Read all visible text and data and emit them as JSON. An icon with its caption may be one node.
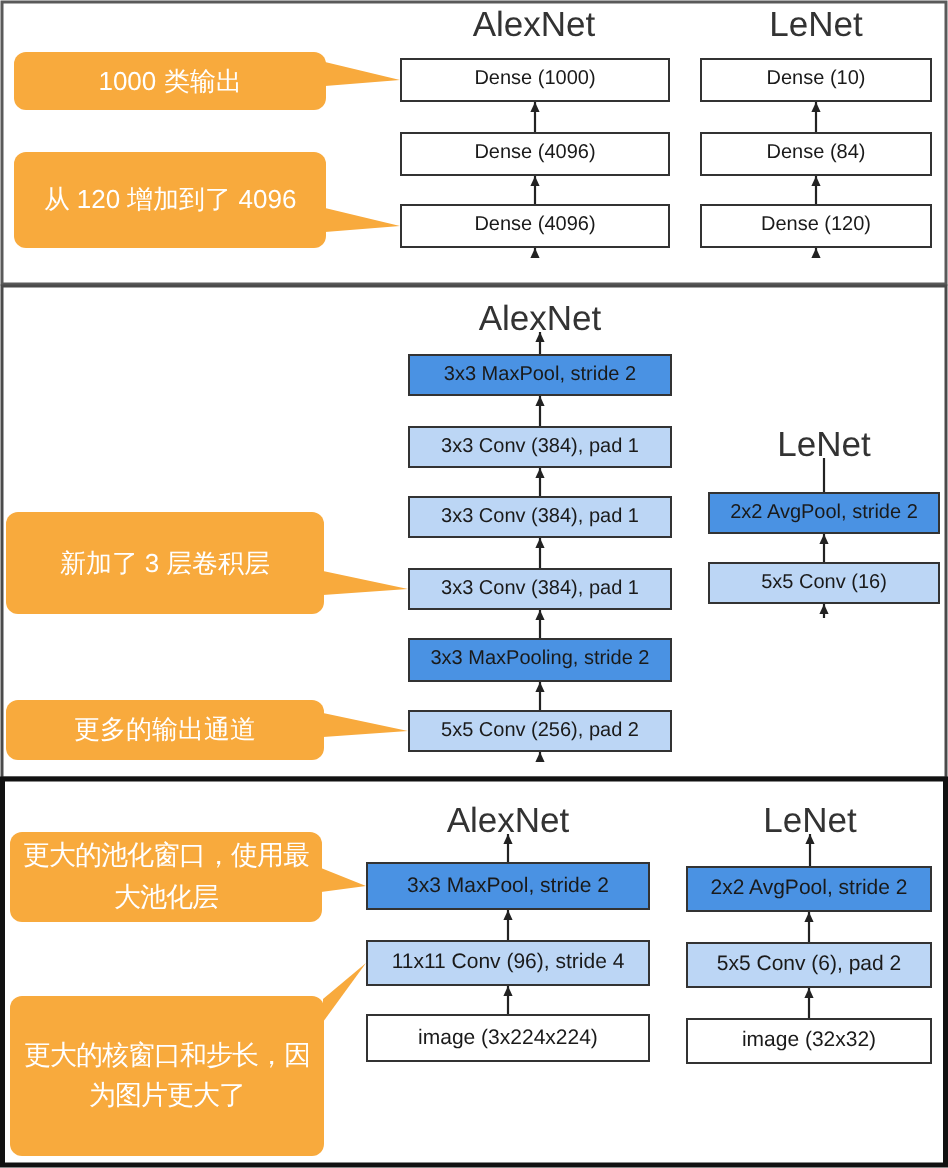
{
  "diagram": {
    "nodes": [
      {
        "text": [
          "1000 类输出"
        ]
      },
      {
        "text": [
          "从 120 增加到了 4096"
        ]
      },
      {
        "text": [
          "Dense (1000)"
        ]
      },
      {
        "text": [
          "Dense (4096)"
        ]
      },
      {
        "text": [
          "Dense (4096)"
        ]
      },
      {
        "text": [
          "Dense (10)"
        ]
      },
      {
        "text": [
          "Dense (84)"
        ]
      },
      {
        "text": [
          "Dense (120)"
        ]
      },
      {
        "text": [
          "AlexNet"
        ]
      },
      {
        "text": [
          "新加了 3 层卷积层"
        ]
      },
      {
        "text": [
          "更多的输出通道"
        ]
      },
      {
        "text": [
          "3x3 MaxPool, stride 2"
        ]
      },
      {
        "text": [
          "3x3 Conv (384), pad 1"
        ]
      },
      {
        "text": [
          "3x3 Conv (384), pad 1"
        ]
      },
      {
        "text": [
          "3x3 Conv (384), pad 1"
        ]
      },
      {
        "text": [
          "3x3 MaxPooling, stride 2"
        ]
      },
      {
        "text": [
          "5x5 Conv (256), pad 2"
        ]
      },
      {
        "text": [
          "LeNet"
        ]
      },
      {
        "text": [
          "2x2 AvgPool, stride 2"
        ]
      },
      {
        "text": [
          "5x5 Conv (16)"
        ]
      },
      {
        "text": [
          "AlexNet"
        ]
      },
      {
        "text": [
          "LeNet"
        ]
      },
      {
        "text": [
          "更大的池化窗口，使用最大池化层"
        ]
      },
      {
        "text": [
          "更大的核窗口和步长，因为图片更大了"
        ]
      },
      {
        "text": [
          "3x3 MaxPool, stride 2"
        ]
      },
      {
        "text": [
          "11x11 Conv (96), stride 4"
        ]
      },
      {
        "text": [
          "image (3x224x224)"
        ]
      },
      {
        "text": [
          "2x2 AvgPool, stride 2"
        ]
      },
      {
        "text": [
          "5x5 Conv (6), pad 2"
        ]
      },
      {
        "text": [
          "image (32x32)"
        ]
      }
    ],
    "edges": [
      {
        "from": 0,
        "to": 2,
        "arrow": "to"
      },
      {
        "from": 1,
        "to": 4,
        "arrow": "to"
      },
      {
        "from": 3,
        "to": 2,
        "arrow": "to"
      },
      {
        "from": 4,
        "to": 3,
        "arrow": "to"
      },
      {
        "from": null,
        "to": 4,
        "arrow": "to"
      },
      {
        "from": 6,
        "to": 5,
        "arrow": "to"
      },
      {
        "from": 7,
        "to": 6,
        "arrow": "to"
      },
      {
        "from": null,
        "to": 7,
        "arrow": "to"
      },
      {
        "from": 9,
        "to": 14,
        "arrow": "to"
      },
      {
        "from": 10,
        "to": 16,
        "arrow": "to"
      },
      {
        "from": 11,
        "to": 8,
        "arrow": "to"
      },
      {
        "from": 12,
        "to": 11,
        "arrow": "to"
      },
      {
        "from": 13,
        "to": 12,
        "arrow": "to"
      },
      {
        "from": 14,
        "to": 13,
        "arrow": "to"
      },
      {
        "from": 15,
        "to": 14,
        "arrow": "to"
      },
      {
        "from": 16,
        "to": 15,
        "arrow": "to"
      },
      {
        "from": null,
        "to": 16,
        "arrow": "to"
      },
      {
        "from": 18,
        "to": 17,
        "arrow": "none"
      },
      {
        "from": 19,
        "to": 18,
        "arrow": "to"
      },
      {
        "from": null,
        "to": 19,
        "arrow": "to"
      },
      {
        "from": 22,
        "to": 24,
        "arrow": "to"
      },
      {
        "from": 23,
        "to": 25,
        "arrow": "to"
      },
      {
        "from": 24,
        "to": 20,
        "arrow": "to"
      },
      {
        "from": 25,
        "to": 24,
        "arrow": "to"
      },
      {
        "from": 26,
        "to": 25,
        "arrow": "to"
      },
      {
        "from": 27,
        "to": 21,
        "arrow": "to"
      },
      {
        "from": 28,
        "to": 27,
        "arrow": "to"
      },
      {
        "from": 29,
        "to": 28,
        "arrow": "to"
      }
    ],
    "labels": [
      "AlexNet",
      "LeNet"
    ]
  }
}
